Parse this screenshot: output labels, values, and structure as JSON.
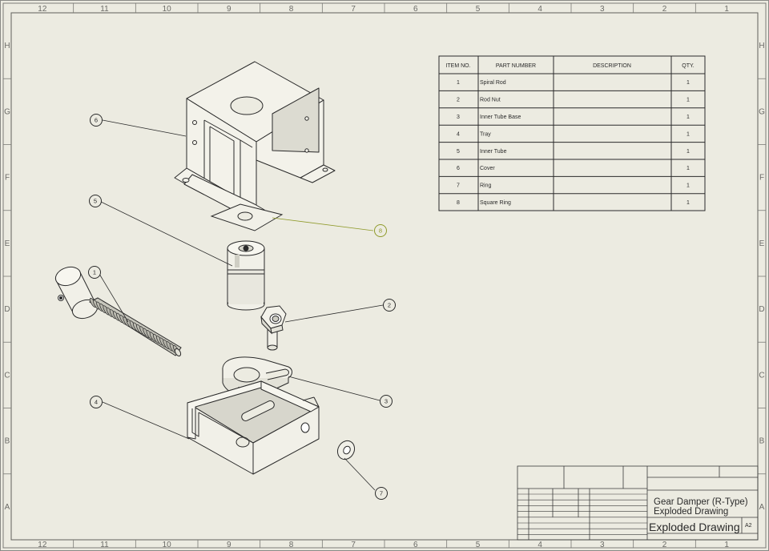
{
  "border": {
    "columns": [
      "12",
      "11",
      "10",
      "9",
      "8",
      "7",
      "6",
      "5",
      "4",
      "3",
      "2",
      "1"
    ],
    "rows": [
      "H",
      "G",
      "F",
      "E",
      "D",
      "C",
      "B",
      "A"
    ]
  },
  "bom": {
    "headers": [
      "ITEM NO.",
      "PART NUMBER",
      "DESCRIPTION",
      "QTY."
    ],
    "rows": [
      {
        "item": "1",
        "part": "Spiral Rod",
        "desc": "",
        "qty": "1"
      },
      {
        "item": "2",
        "part": "Rod Nut",
        "desc": "",
        "qty": "1"
      },
      {
        "item": "3",
        "part": "Inner Tube Base",
        "desc": "",
        "qty": "1"
      },
      {
        "item": "4",
        "part": "Tray",
        "desc": "",
        "qty": "1"
      },
      {
        "item": "5",
        "part": "Inner Tube",
        "desc": "",
        "qty": "1"
      },
      {
        "item": "6",
        "part": "Cover",
        "desc": "",
        "qty": "1"
      },
      {
        "item": "7",
        "part": "Ring",
        "desc": "",
        "qty": "1"
      },
      {
        "item": "8",
        "part": "Square Ring",
        "desc": "",
        "qty": "1"
      }
    ]
  },
  "balloons": [
    "1",
    "2",
    "3",
    "4",
    "5",
    "6",
    "7",
    "8"
  ],
  "title_block": {
    "title_line1": "Gear Damper (R-Type)",
    "title_line2": "Exploded Drawing",
    "drawing_name": "Exploded Drawing",
    "size": "A2"
  },
  "colors": {
    "paper": "#ecebe1",
    "line": "#2a2a2a",
    "border": "#7b7b76",
    "leader_selected": "#8f9a2a"
  }
}
